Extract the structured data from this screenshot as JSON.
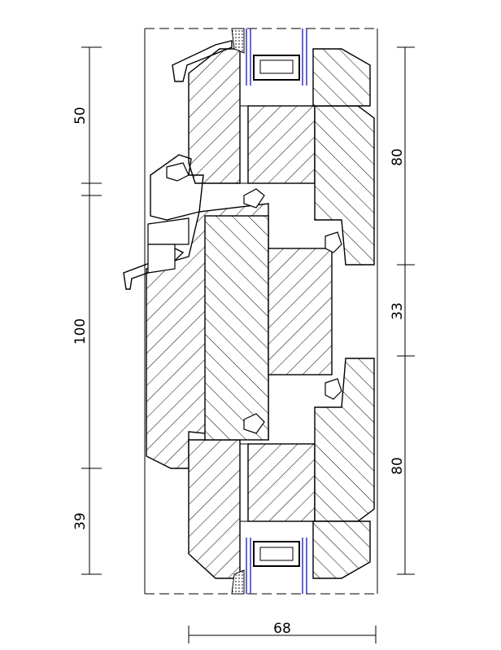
{
  "dimensions": {
    "left_top": "50",
    "left_middle": "100",
    "left_bottom": "39",
    "right_top": "80",
    "right_middle": "33",
    "right_bottom": "80",
    "bottom_width": "68"
  },
  "colors": {
    "line": "#000000",
    "glass_spacer": "#3333cc",
    "background": "#ffffff"
  }
}
